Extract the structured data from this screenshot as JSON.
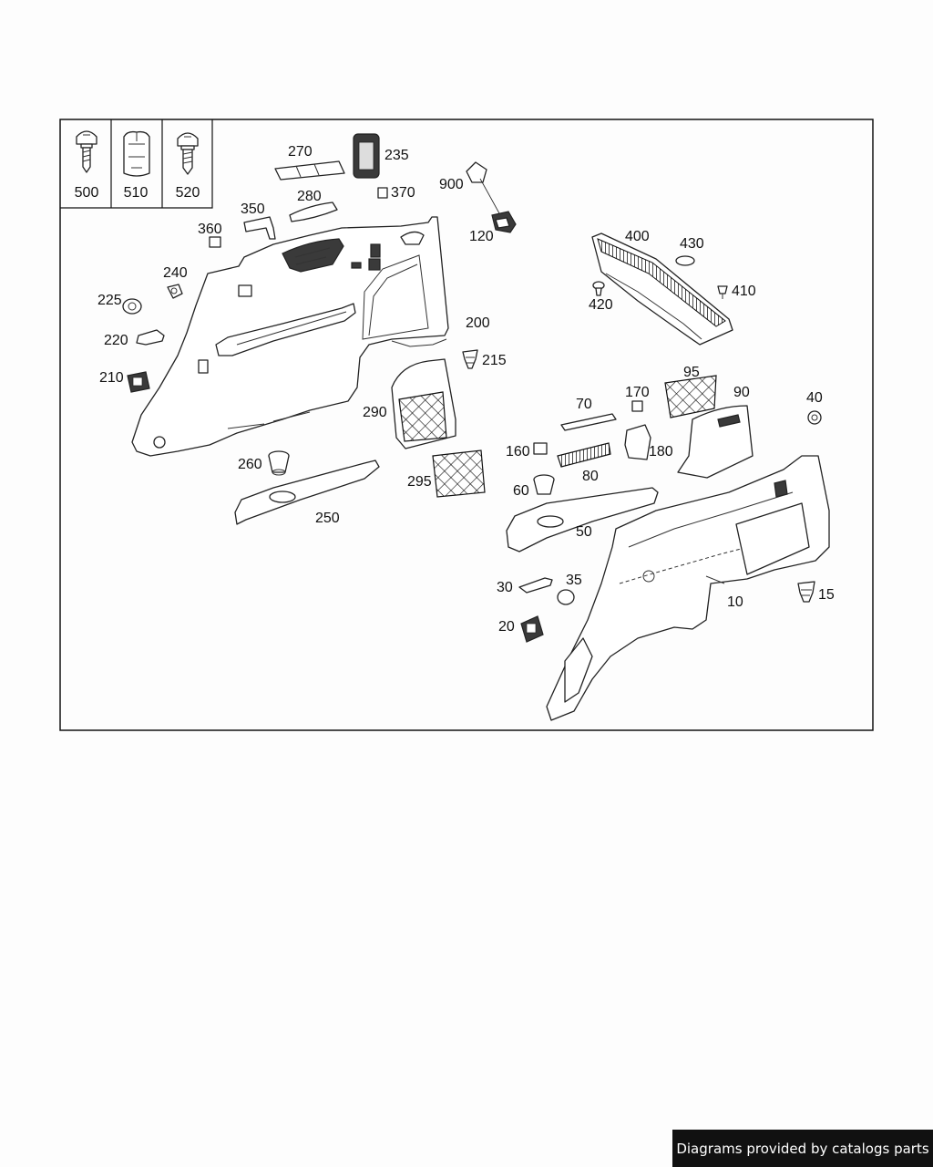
{
  "fastener_box": {
    "items": [
      "500",
      "510",
      "520"
    ]
  },
  "callouts": [
    "270",
    "235",
    "280",
    "370",
    "900",
    "350",
    "360",
    "120",
    "400",
    "430",
    "240",
    "225",
    "410",
    "420",
    "220",
    "200",
    "210",
    "215",
    "290",
    "95",
    "90",
    "70",
    "170",
    "40",
    "160",
    "180",
    "80",
    "260",
    "295",
    "60",
    "50",
    "250",
    "30",
    "35",
    "15",
    "10",
    "20"
  ],
  "footer": {
    "text": "Diagrams provided by catalogs parts"
  }
}
